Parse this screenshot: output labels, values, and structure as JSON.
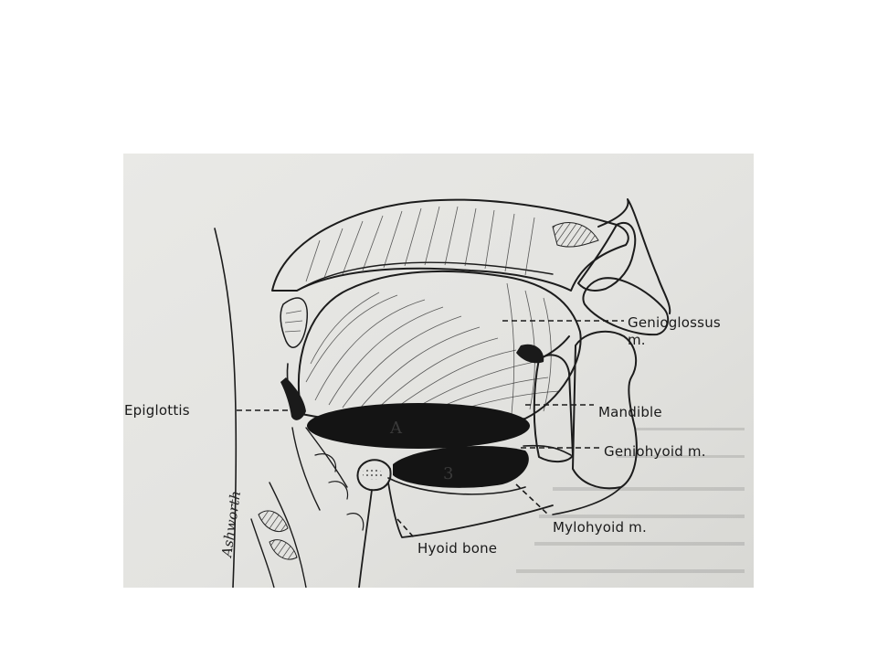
{
  "labels": {
    "genioglossus": "Genioglossus",
    "genioglossus_m": "m.",
    "epiglottis": "Epiglottis",
    "mandible": "Mandible",
    "geniohyoid": "Geniohyoid m.",
    "mylohyoid": "Mylohyoid m.",
    "hyoid": "Hyoid bone",
    "region_a": "A",
    "region_b": "3",
    "signature": "Ashworth"
  },
  "colors": {
    "slide_background": "#ffffff",
    "paper": "#e6e6e3",
    "ink": "#1c1c1c"
  }
}
